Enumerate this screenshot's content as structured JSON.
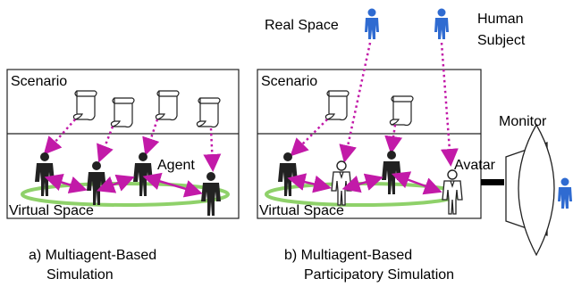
{
  "left_panel": {
    "scenario_label": "Scenario",
    "virtual_space_label": "Virtual Space",
    "agent_label": "Agent",
    "caption_line1": "a) Multiagent-Based",
    "caption_line2": "Simulation"
  },
  "right_panel": {
    "scenario_label": "Scenario",
    "virtual_space_label": "Virtual Space",
    "avatar_label": "Avatar",
    "monitor_label": "Monitor",
    "real_space_label": "Real Space",
    "human_subject_line1": "Human",
    "human_subject_line2": "Subject",
    "caption_line1": "b) Multiagent-Based",
    "caption_line2": "Participatory Simulation"
  },
  "colors": {
    "dotted_arrow": "#c21aa8",
    "interaction_arrow": "#c21aa8",
    "ellipse": "#8fd16a",
    "human_blue": "#2f6bd1",
    "agent_dark": "#222222"
  }
}
